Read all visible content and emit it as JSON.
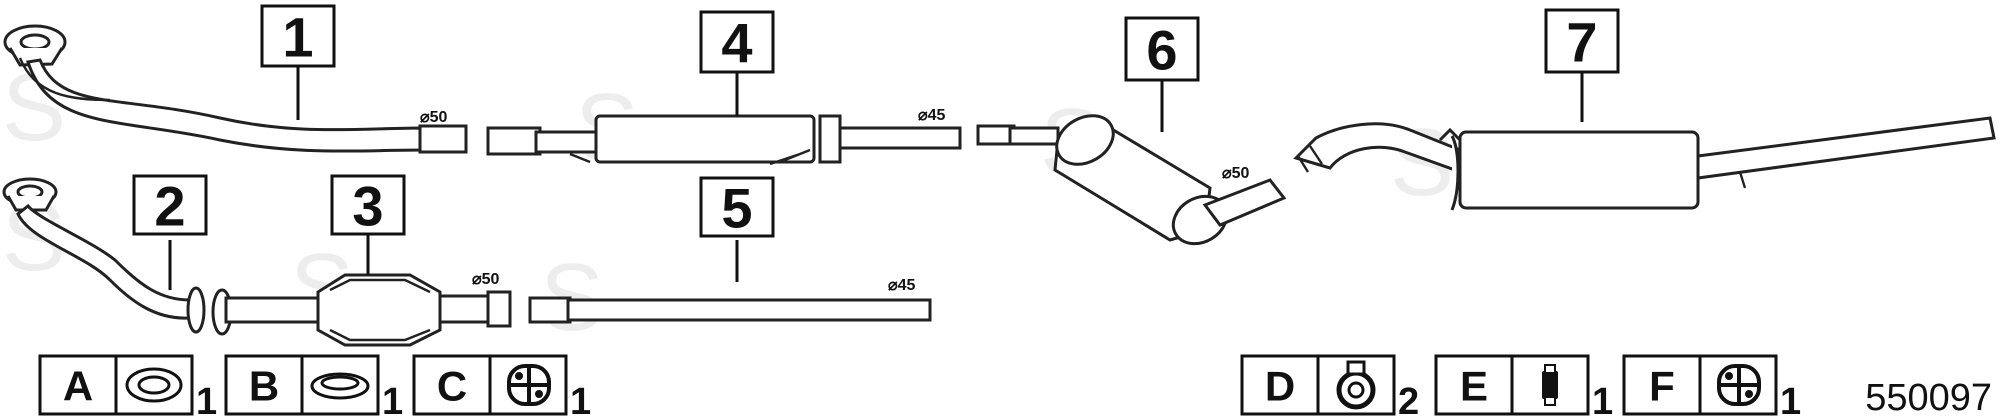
{
  "diagram": {
    "catalog_number": "550097",
    "watermark": "S",
    "parts": [
      {
        "number": "1",
        "diameter": "⌀50"
      },
      {
        "number": "2",
        "diameter": ""
      },
      {
        "number": "3",
        "diameter": "⌀50"
      },
      {
        "number": "4",
        "diameter": "⌀45"
      },
      {
        "number": "5",
        "diameter": "⌀45"
      },
      {
        "number": "6",
        "diameter": "⌀50"
      },
      {
        "number": "7",
        "diameter": ""
      }
    ],
    "legend": [
      {
        "letter": "A",
        "icon": "gasket-ring-icon",
        "quantity": "1"
      },
      {
        "letter": "B",
        "icon": "flat-gasket-icon",
        "quantity": "1"
      },
      {
        "letter": "C",
        "icon": "rubber-hanger-icon",
        "quantity": "1"
      },
      {
        "letter": "D",
        "icon": "clamp-icon",
        "quantity": "2"
      },
      {
        "letter": "E",
        "icon": "rubber-mount-icon",
        "quantity": "1"
      },
      {
        "letter": "F",
        "icon": "rubber-hanger-icon",
        "quantity": "1"
      }
    ]
  }
}
